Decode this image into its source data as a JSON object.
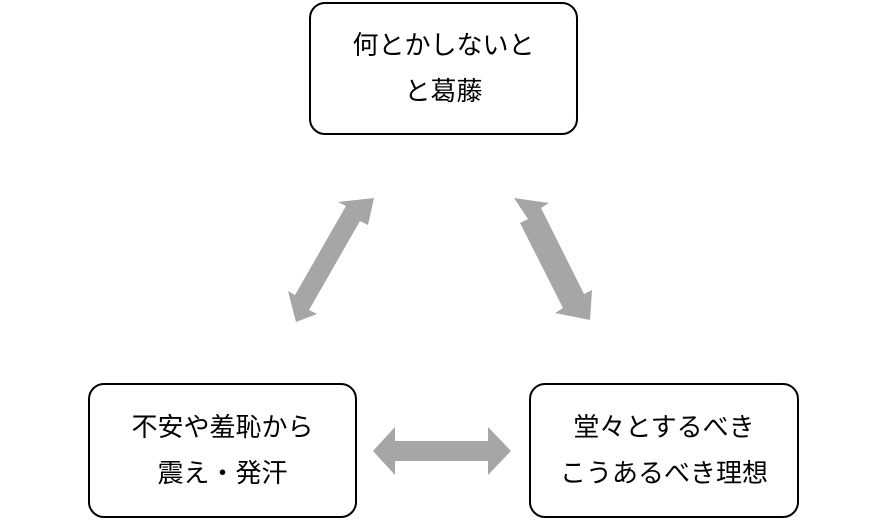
{
  "nodes": {
    "top": {
      "lines": [
        "何とかしないと",
        "と葛藤"
      ]
    },
    "left": {
      "lines": [
        "不安や羞恥から",
        "震え・発汗"
      ]
    },
    "right": {
      "lines": [
        "堂々とするべき",
        "こうあるべき理想"
      ]
    }
  },
  "arrow_color": "#a6a6a6",
  "border_color": "#000000"
}
